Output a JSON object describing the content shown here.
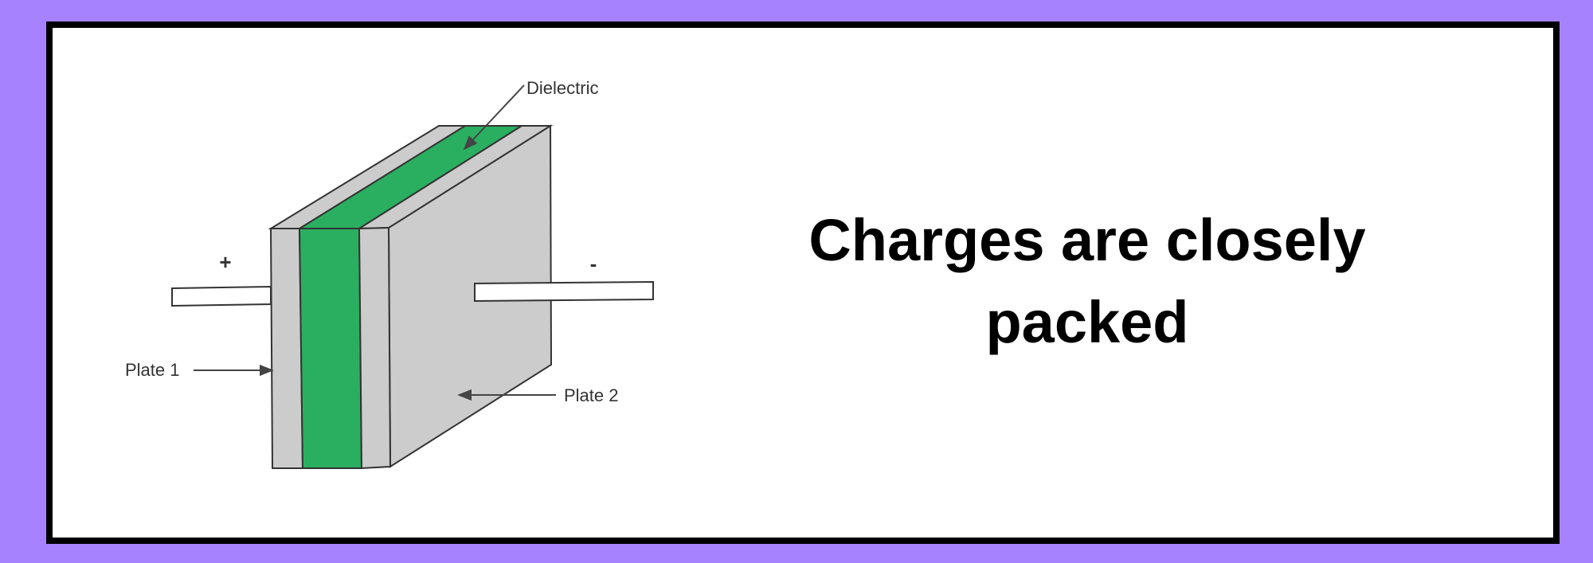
{
  "diagram": {
    "labels": {
      "dielectric": "Dielectric",
      "plate1": "Plate 1",
      "plate2": "Plate 2",
      "positive_terminal": "+",
      "negative_terminal": "-"
    },
    "colors": {
      "background": "#a682fe",
      "frame": "#000000",
      "panel": "#ffffff",
      "plate": "#cccccc",
      "dielectric": "#2aaf60",
      "outline": "#333333"
    }
  },
  "caption": {
    "text": "Charges are closely packed"
  }
}
